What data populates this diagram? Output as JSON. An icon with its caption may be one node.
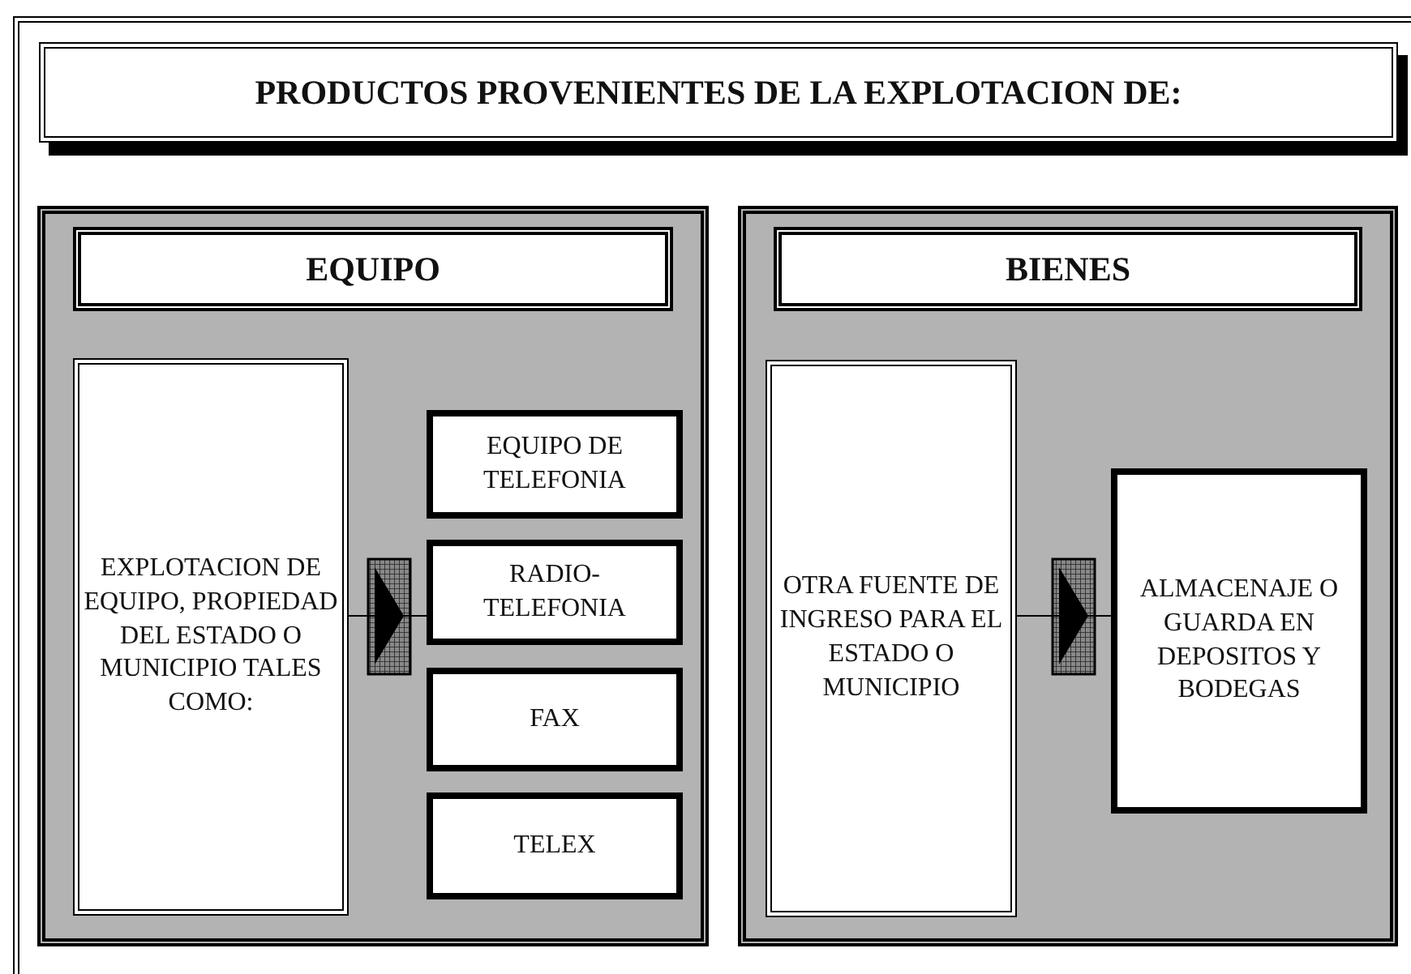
{
  "diagram": {
    "nodes": [
      {
        "text": [
          "PRODUCTOS PROVENIENTES DE LA EXPLOTACION DE:"
        ]
      },
      {
        "text": [],
        "shape": "box"
      },
      {
        "text": [
          "EQUIPO"
        ],
        "in": 1
      },
      {
        "text": [
          "EXPLOTACION DE EQUIPO, PROPIEDAD DEL ESTADO O MUNICIPIO TALES COMO:"
        ],
        "in": 1
      },
      {
        "text": [
          "EQUIPO DE TELEFONIA"
        ],
        "in": 1
      },
      {
        "text": [
          "RADIO- TELEFONIA"
        ],
        "in": 1
      },
      {
        "text": [
          "FAX"
        ],
        "in": 1
      },
      {
        "text": [
          "TELEX"
        ],
        "in": 1
      },
      {
        "text": [],
        "shape": "box"
      },
      {
        "text": [
          "BIENES"
        ],
        "in": 8
      },
      {
        "text": [
          "OTRA FUENTE DE INGRESO PARA EL ESTADO O MUNICIPIO"
        ],
        "in": 8
      },
      {
        "text": [
          "ALMACENAJE O GUARDA EN DEPOSITOS Y BODEGAS"
        ],
        "in": 8
      }
    ],
    "edges": [
      {
        "from": 3,
        "to": 5,
        "arrow": "to"
      },
      {
        "from": 10,
        "to": 11,
        "arrow": "to"
      }
    ]
  }
}
